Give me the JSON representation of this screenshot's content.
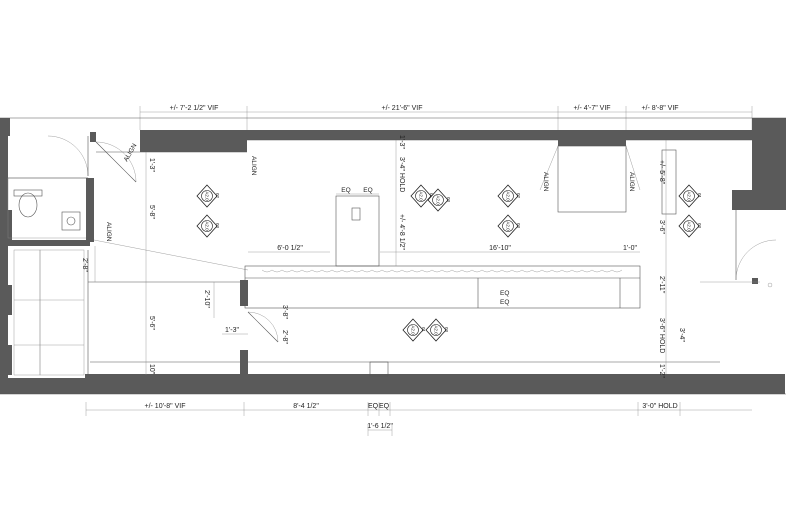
{
  "top_dimensions": [
    "+/- 7'-2 1/2\" VIF",
    "+/- 21'-6\" VIF",
    "+/- 4'-7\" VIF",
    "+/- 8'-8\" VIF"
  ],
  "bottom_dimensions": [
    "+/- 10'-8\" VIF",
    "8'-4 1/2\"",
    "EQ",
    "EQ",
    "3'-0\" HOLD",
    "1'-6 1/2\""
  ],
  "vertical_dimensions": {
    "left_upper": "1'-3\"",
    "left_mid": "5'-8\"",
    "left_wall": "2'-8\"",
    "left_lower": "5'-6\"",
    "left_bottom": "10\"",
    "column_top": "1'-3\"",
    "column_hold": "3'-4\" HOLD",
    "column_center": "+/- 4'-8 1/2\"",
    "right_top": "+/- 5'-8\"",
    "right_mid": "3'-6\"",
    "right_counter": "2'-11\"",
    "right_hold": "3'-6\" HOLD",
    "right_small": "3'-4\"",
    "right_bottom": "1'-2\"",
    "mid_wall": "2'-10\"",
    "mid_door": "2'-8\"",
    "mid_side": "3'-8\"",
    "counter_eq": "EQ",
    "counter_eq2": "EQ"
  },
  "horizontal_dimensions": {
    "counter_left": "6'-0 1/2\"",
    "counter_right": "16'-10\"",
    "counter_end": "1'-0\"",
    "door_offset": "1'-3\"",
    "eq_left": "EQ",
    "eq_right": "EQ"
  },
  "align_labels": [
    "ALIGN",
    "ALIGN",
    "ALIGN",
    "ALIGN",
    "ALIGN"
  ],
  "fixture_tags": [
    {
      "tag": "A2.0",
      "num": "02"
    },
    {
      "tag": "A2.0",
      "num": "03"
    },
    {
      "tag": "A2.0",
      "num": "02"
    },
    {
      "tag": "A2.0",
      "num": "03"
    },
    {
      "tag": "A2.0",
      "num": "02"
    },
    {
      "tag": "A2.0",
      "num": "03"
    },
    {
      "tag": "A2.0",
      "num": "01"
    },
    {
      "tag": "A2.0",
      "num": "03"
    },
    {
      "tag": "A2.0",
      "num": "01"
    },
    {
      "tag": "A2.0",
      "num": "03"
    }
  ],
  "colors": {
    "wall": "#5a5a5a",
    "line": "#555555",
    "background": "#ffffff"
  }
}
